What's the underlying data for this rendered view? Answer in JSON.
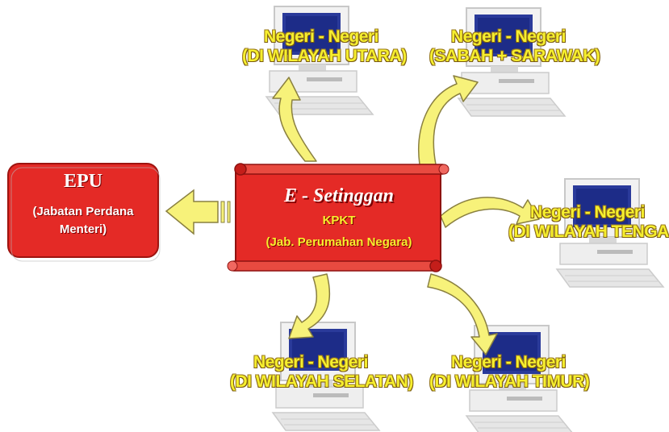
{
  "colors": {
    "box_red": "#e42a26",
    "box_border": "#9e1410",
    "label_yellow": "#f6ef2e",
    "arrow_yellow": "#f7f27a",
    "arrow_outline": "#8a8040"
  },
  "epu": {
    "title": "EPU",
    "subtitle_line1": "(Jabatan Perdana",
    "subtitle_line2": "Menteri)"
  },
  "center": {
    "title": "E - Setinggan",
    "line1": "KPKT",
    "line2": "(Jab.  Perumahan Negara)"
  },
  "nodes": [
    {
      "id": "utara",
      "line1": "Negeri - Negeri",
      "line2": "(DI WILAYAH UTARA)",
      "icon": "computer-icon"
    },
    {
      "id": "sabah",
      "line1": "Negeri - Negeri",
      "line2": "(SABAH + SARAWAK)",
      "icon": "computer-icon"
    },
    {
      "id": "tengah",
      "line1": "Negeri - Negeri",
      "line2": "(DI WILAYAH TENGAH)",
      "icon": "computer-icon"
    },
    {
      "id": "selatan",
      "line1": "Negeri - Negeri",
      "line2": "(DI WILAYAH SELATAN)",
      "icon": "computer-icon"
    },
    {
      "id": "timur",
      "line1": "Negeri - Negeri",
      "line2": "(DI WILAYAH TIMUR)",
      "icon": "computer-icon"
    }
  ]
}
